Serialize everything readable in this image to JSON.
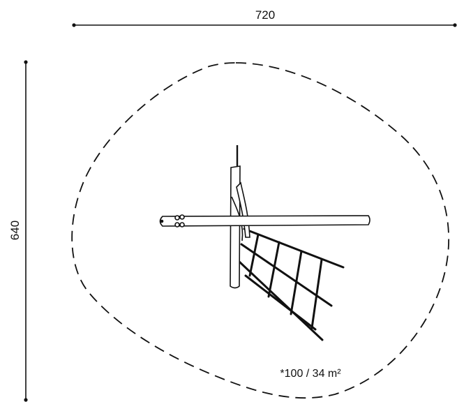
{
  "dimensions": {
    "width_label": "720",
    "height_label": "640"
  },
  "safety_area": {
    "label": "*100 / 34 m²"
  }
}
